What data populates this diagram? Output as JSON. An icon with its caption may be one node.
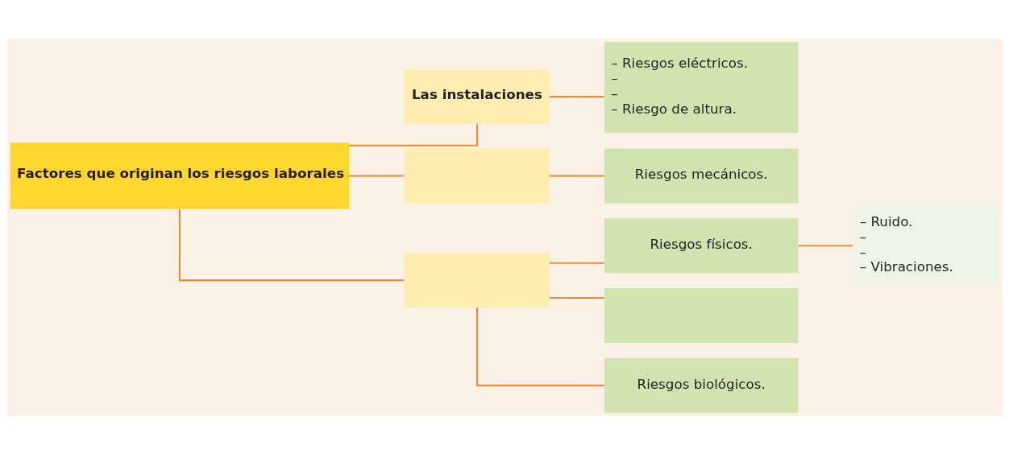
{
  "diagram": {
    "nodes": [
      {
        "text": [
          "Factores que originan los riesgos laborales"
        ]
      },
      {
        "text": [
          "Las instalaciones"
        ]
      },
      {
        "text": [],
        "shape": "box"
      },
      {
        "text": [],
        "shape": "box"
      },
      {
        "text": [
          "– Riesgos eléctricos.",
          "–",
          "–",
          "– Riesgo de altura."
        ]
      },
      {
        "text": [
          "Riesgos mecánicos."
        ]
      },
      {
        "text": [
          "Riesgos físicos."
        ]
      },
      {
        "text": [],
        "shape": "box"
      },
      {
        "text": [
          "Riesgos biológicos."
        ]
      },
      {
        "text": [
          "– Ruido.",
          "–",
          "–",
          "– Vibraciones."
        ]
      }
    ],
    "edges": [
      {
        "from": 0,
        "to": 1,
        "arrow": "none"
      },
      {
        "from": 0,
        "to": 2,
        "arrow": "none"
      },
      {
        "from": 0,
        "to": 3,
        "arrow": "none"
      },
      {
        "from": 1,
        "to": 4,
        "arrow": "none"
      },
      {
        "from": 2,
        "to": 5,
        "arrow": "none"
      },
      {
        "from": 3,
        "to": 6,
        "arrow": "none"
      },
      {
        "from": 3,
        "to": 7,
        "arrow": "none"
      },
      {
        "from": 3,
        "to": 8,
        "arrow": "none"
      },
      {
        "from": 6,
        "to": 9,
        "arrow": "none"
      }
    ]
  }
}
